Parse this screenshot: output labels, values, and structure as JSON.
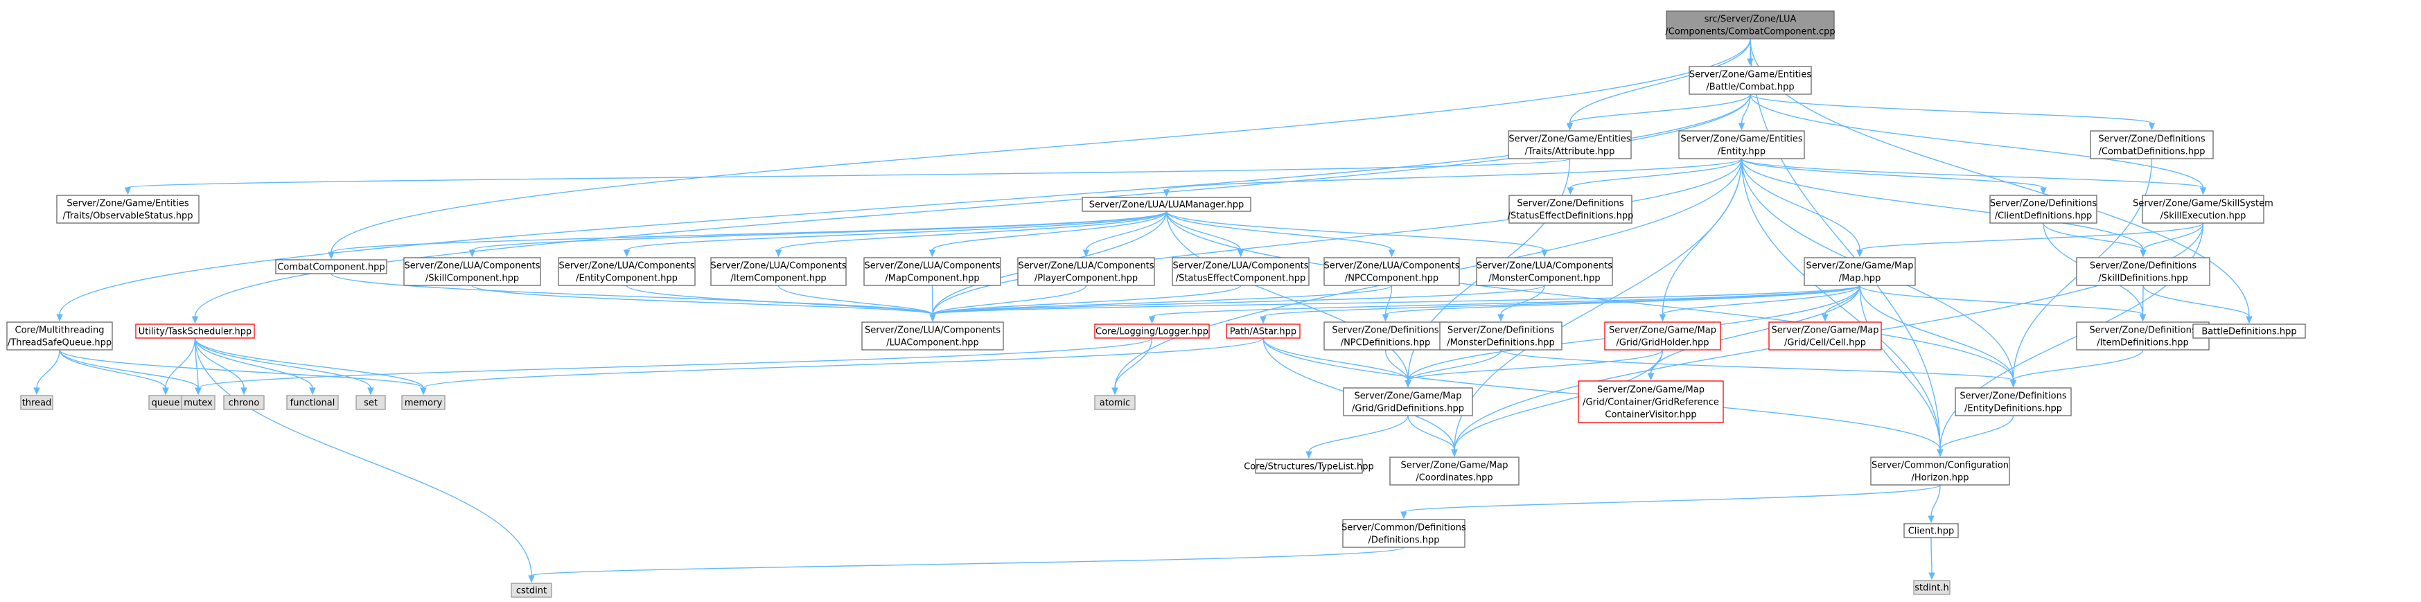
{
  "colors": {
    "edge": "#63b8ff",
    "root_fill": "#999999",
    "root_border": "#666666",
    "node_fill": "#ffffff",
    "node_border": "#666666",
    "truncated_border": "#ff0000",
    "system_fill": "#e0e0e0",
    "system_border": "#999999",
    "text": "#000000"
  },
  "nodes": [
    {
      "id": "combat_cpp",
      "kind": "root",
      "lines": [
        "src/Server/Zone/LUA",
        "/Components/CombatComponent.cpp"
      ]
    },
    {
      "id": "battle_combat",
      "kind": "normal",
      "lines": [
        "Server/Zone/Game/Entities",
        "/Battle/Combat.hpp"
      ]
    },
    {
      "id": "traits_attribute",
      "kind": "normal",
      "lines": [
        "Server/Zone/Game/Entities",
        "/Traits/Attribute.hpp"
      ]
    },
    {
      "id": "entity_hpp",
      "kind": "normal",
      "lines": [
        "Server/Zone/Game/Entities",
        "/Entity.hpp"
      ]
    },
    {
      "id": "combat_definitions",
      "kind": "normal",
      "lines": [
        "Server/Zone/Definitions",
        "/CombatDefinitions.hpp"
      ]
    },
    {
      "id": "observable_status",
      "kind": "normal",
      "lines": [
        "Server/Zone/Game/Entities",
        "/Traits/ObservableStatus.hpp"
      ]
    },
    {
      "id": "lua_manager",
      "kind": "normal",
      "lines": [
        "Server/Zone/LUA/LUAManager.hpp"
      ]
    },
    {
      "id": "status_effect_definitions",
      "kind": "normal",
      "lines": [
        "Server/Zone/Definitions",
        "/StatusEffectDefinitions.hpp"
      ]
    },
    {
      "id": "client_definitions",
      "kind": "normal",
      "lines": [
        "Server/Zone/Definitions",
        "/ClientDefinitions.hpp"
      ]
    },
    {
      "id": "skill_execution",
      "kind": "normal",
      "lines": [
        "Server/Zone/Game/SkillSystem",
        "/SkillExecution.hpp"
      ]
    },
    {
      "id": "combat_component_hpp",
      "kind": "normal",
      "lines": [
        "CombatComponent.hpp"
      ]
    },
    {
      "id": "skill_component",
      "kind": "normal",
      "lines": [
        "Server/Zone/LUA/Components",
        "/SkillComponent.hpp"
      ]
    },
    {
      "id": "entity_component",
      "kind": "normal",
      "lines": [
        "Server/Zone/LUA/Components",
        "/EntityComponent.hpp"
      ]
    },
    {
      "id": "item_component",
      "kind": "normal",
      "lines": [
        "Server/Zone/LUA/Components",
        "/ItemComponent.hpp"
      ]
    },
    {
      "id": "map_component",
      "kind": "normal",
      "lines": [
        "Server/Zone/LUA/Components",
        "/MapComponent.hpp"
      ]
    },
    {
      "id": "player_component",
      "kind": "normal",
      "lines": [
        "Server/Zone/LUA/Components",
        "/PlayerComponent.hpp"
      ]
    },
    {
      "id": "status_effect_component",
      "kind": "normal",
      "lines": [
        "Server/Zone/LUA/Components",
        "/StatusEffectComponent.hpp"
      ]
    },
    {
      "id": "npc_component",
      "kind": "normal",
      "lines": [
        "Server/Zone/LUA/Components",
        "/NPCComponent.hpp"
      ]
    },
    {
      "id": "monster_component",
      "kind": "normal",
      "lines": [
        "Server/Zone/LUA/Components",
        "/MonsterComponent.hpp"
      ]
    },
    {
      "id": "map_hpp",
      "kind": "normal",
      "lines": [
        "Server/Zone/Game/Map",
        "/Map.hpp"
      ]
    },
    {
      "id": "skill_definitions",
      "kind": "normal",
      "lines": [
        "Server/Zone/Definitions",
        "/SkillDefinitions.hpp"
      ]
    },
    {
      "id": "thread_safe_queue",
      "kind": "normal",
      "lines": [
        "Core/Multithreading",
        "/ThreadSafeQueue.hpp"
      ]
    },
    {
      "id": "task_scheduler",
      "kind": "truncated",
      "lines": [
        "Utility/TaskScheduler.hpp"
      ]
    },
    {
      "id": "lua_component",
      "kind": "normal",
      "lines": [
        "Server/Zone/LUA/Components",
        "/LUAComponent.hpp"
      ]
    },
    {
      "id": "logger",
      "kind": "truncated",
      "lines": [
        "Core/Logging/Logger.hpp"
      ]
    },
    {
      "id": "astar",
      "kind": "truncated",
      "lines": [
        "Path/AStar.hpp"
      ]
    },
    {
      "id": "npc_definitions",
      "kind": "normal",
      "lines": [
        "Server/Zone/Definitions",
        "/NPCDefinitions.hpp"
      ]
    },
    {
      "id": "monster_definitions",
      "kind": "normal",
      "lines": [
        "Server/Zone/Definitions",
        "/MonsterDefinitions.hpp"
      ]
    },
    {
      "id": "grid_holder",
      "kind": "truncated",
      "lines": [
        "Server/Zone/Game/Map",
        "/Grid/GridHolder.hpp"
      ]
    },
    {
      "id": "cell",
      "kind": "truncated",
      "lines": [
        "Server/Zone/Game/Map",
        "/Grid/Cell/Cell.hpp"
      ]
    },
    {
      "id": "item_definitions",
      "kind": "normal",
      "lines": [
        "Server/Zone/Definitions",
        "/ItemDefinitions.hpp"
      ]
    },
    {
      "id": "battle_definitions",
      "kind": "normal",
      "lines": [
        "BattleDefinitions.hpp"
      ]
    },
    {
      "id": "thread",
      "kind": "system",
      "lines": [
        "thread"
      ]
    },
    {
      "id": "queue",
      "kind": "system",
      "lines": [
        "queue"
      ]
    },
    {
      "id": "mutex",
      "kind": "system",
      "lines": [
        "mutex"
      ]
    },
    {
      "id": "chrono",
      "kind": "system",
      "lines": [
        "chrono"
      ]
    },
    {
      "id": "functional",
      "kind": "system",
      "lines": [
        "functional"
      ]
    },
    {
      "id": "set",
      "kind": "system",
      "lines": [
        "set"
      ]
    },
    {
      "id": "memory",
      "kind": "system",
      "lines": [
        "memory"
      ]
    },
    {
      "id": "atomic",
      "kind": "system",
      "lines": [
        "atomic"
      ]
    },
    {
      "id": "grid_definitions",
      "kind": "normal",
      "lines": [
        "Server/Zone/Game/Map",
        "/Grid/GridDefinitions.hpp"
      ]
    },
    {
      "id": "grid_reference_visitor",
      "kind": "truncated",
      "lines": [
        "Server/Zone/Game/Map",
        "/Grid/Container/GridReference",
        "ContainerVisitor.hpp"
      ]
    },
    {
      "id": "entity_definitions",
      "kind": "normal",
      "lines": [
        "Server/Zone/Definitions",
        "/EntityDefinitions.hpp"
      ]
    },
    {
      "id": "type_list",
      "kind": "normal",
      "lines": [
        "Core/Structures/TypeList.hpp"
      ]
    },
    {
      "id": "coordinates",
      "kind": "normal",
      "lines": [
        "Server/Zone/Game/Map",
        "/Coordinates.hpp"
      ]
    },
    {
      "id": "horizon",
      "kind": "normal",
      "lines": [
        "Server/Common/Configuration",
        "/Horizon.hpp"
      ]
    },
    {
      "id": "common_definitions",
      "kind": "normal",
      "lines": [
        "Server/Common/Definitions",
        "/Definitions.hpp"
      ]
    },
    {
      "id": "client_hpp",
      "kind": "normal",
      "lines": [
        "Client.hpp"
      ]
    },
    {
      "id": "cstdint",
      "kind": "system",
      "lines": [
        "cstdint"
      ]
    },
    {
      "id": "stdint",
      "kind": "system",
      "lines": [
        "stdint.h"
      ]
    }
  ],
  "edges": [
    [
      "combat_cpp",
      "battle_combat"
    ],
    [
      "combat_cpp",
      "traits_attribute"
    ],
    [
      "combat_cpp",
      "combat_component_hpp"
    ],
    [
      "combat_cpp",
      "battle_definitions"
    ],
    [
      "combat_cpp",
      "horizon"
    ],
    [
      "battle_combat",
      "traits_attribute"
    ],
    [
      "battle_combat",
      "entity_hpp"
    ],
    [
      "battle_combat",
      "combat_definitions"
    ],
    [
      "battle_combat",
      "skill_execution"
    ],
    [
      "battle_combat",
      "thread_safe_queue"
    ],
    [
      "battle_combat",
      "task_scheduler"
    ],
    [
      "traits_attribute",
      "observable_status"
    ],
    [
      "traits_attribute",
      "grid_definitions"
    ],
    [
      "combat_definitions",
      "entity_definitions"
    ],
    [
      "entity_hpp",
      "lua_manager"
    ],
    [
      "entity_hpp",
      "status_effect_definitions"
    ],
    [
      "entity_hpp",
      "client_definitions"
    ],
    [
      "entity_hpp",
      "skill_execution"
    ],
    [
      "entity_hpp",
      "map_hpp"
    ],
    [
      "entity_hpp",
      "skill_definitions"
    ],
    [
      "entity_hpp",
      "lua_component"
    ],
    [
      "entity_hpp",
      "grid_holder"
    ],
    [
      "entity_hpp",
      "entity_definitions"
    ],
    [
      "entity_hpp",
      "horizon"
    ],
    [
      "entity_hpp",
      "atomic"
    ],
    [
      "entity_hpp",
      "coordinates"
    ],
    [
      "lua_manager",
      "combat_component_hpp"
    ],
    [
      "lua_manager",
      "skill_component"
    ],
    [
      "lua_manager",
      "entity_component"
    ],
    [
      "lua_manager",
      "item_component"
    ],
    [
      "lua_manager",
      "map_component"
    ],
    [
      "lua_manager",
      "player_component"
    ],
    [
      "lua_manager",
      "status_effect_component"
    ],
    [
      "lua_manager",
      "npc_component"
    ],
    [
      "lua_manager",
      "monster_component"
    ],
    [
      "lua_manager",
      "lua_component"
    ],
    [
      "lua_manager",
      "entity_definitions"
    ],
    [
      "lua_manager",
      "grid_definitions"
    ],
    [
      "combat_component_hpp",
      "lua_component"
    ],
    [
      "skill_component",
      "lua_component"
    ],
    [
      "entity_component",
      "lua_component"
    ],
    [
      "item_component",
      "lua_component"
    ],
    [
      "map_component",
      "lua_component"
    ],
    [
      "player_component",
      "lua_component"
    ],
    [
      "status_effect_component",
      "lua_component"
    ],
    [
      "npc_component",
      "lua_component"
    ],
    [
      "npc_component",
      "npc_definitions"
    ],
    [
      "monster_component",
      "lua_component"
    ],
    [
      "monster_component",
      "monster_definitions"
    ],
    [
      "client_definitions",
      "skill_definitions"
    ],
    [
      "client_definitions",
      "item_definitions"
    ],
    [
      "skill_execution",
      "map_hpp"
    ],
    [
      "skill_execution",
      "skill_definitions"
    ],
    [
      "skill_execution",
      "coordinates"
    ],
    [
      "skill_execution",
      "horizon"
    ],
    [
      "skill_definitions",
      "battle_definitions"
    ],
    [
      "skill_definitions",
      "item_definitions"
    ],
    [
      "map_hpp",
      "logger"
    ],
    [
      "map_hpp",
      "astar"
    ],
    [
      "map_hpp",
      "npc_definitions"
    ],
    [
      "map_hpp",
      "grid_holder"
    ],
    [
      "map_hpp",
      "cell"
    ],
    [
      "map_hpp",
      "item_definitions"
    ],
    [
      "map_hpp",
      "entity_definitions"
    ],
    [
      "map_hpp",
      "grid_reference_visitor"
    ],
    [
      "map_hpp",
      "horizon"
    ],
    [
      "map_hpp",
      "grid_definitions"
    ],
    [
      "map_hpp",
      "lua_component"
    ],
    [
      "thread_safe_queue",
      "thread"
    ],
    [
      "thread_safe_queue",
      "queue"
    ],
    [
      "thread_safe_queue",
      "mutex"
    ],
    [
      "thread_safe_queue",
      "memory"
    ],
    [
      "task_scheduler",
      "mutex"
    ],
    [
      "task_scheduler",
      "chrono"
    ],
    [
      "task_scheduler",
      "functional"
    ],
    [
      "task_scheduler",
      "set"
    ],
    [
      "task_scheduler",
      "memory"
    ],
    [
      "task_scheduler",
      "queue"
    ],
    [
      "task_scheduler",
      "cstdint"
    ],
    [
      "logger",
      "mutex"
    ],
    [
      "logger",
      "atomic"
    ],
    [
      "astar",
      "memory"
    ],
    [
      "astar",
      "grid_definitions"
    ],
    [
      "astar",
      "coordinates"
    ],
    [
      "astar",
      "horizon"
    ],
    [
      "npc_definitions",
      "grid_definitions"
    ],
    [
      "monster_definitions",
      "grid_definitions"
    ],
    [
      "monster_definitions",
      "entity_definitions"
    ],
    [
      "grid_holder",
      "grid_definitions"
    ],
    [
      "grid_holder",
      "grid_reference_visitor"
    ],
    [
      "grid_holder",
      "coordinates"
    ],
    [
      "item_definitions",
      "entity_definitions"
    ],
    [
      "grid_definitions",
      "type_list"
    ],
    [
      "grid_definitions",
      "coordinates"
    ],
    [
      "entity_definitions",
      "horizon"
    ],
    [
      "horizon",
      "common_definitions"
    ],
    [
      "horizon",
      "client_hpp"
    ],
    [
      "common_definitions",
      "cstdint"
    ],
    [
      "client_hpp",
      "stdint"
    ]
  ]
}
